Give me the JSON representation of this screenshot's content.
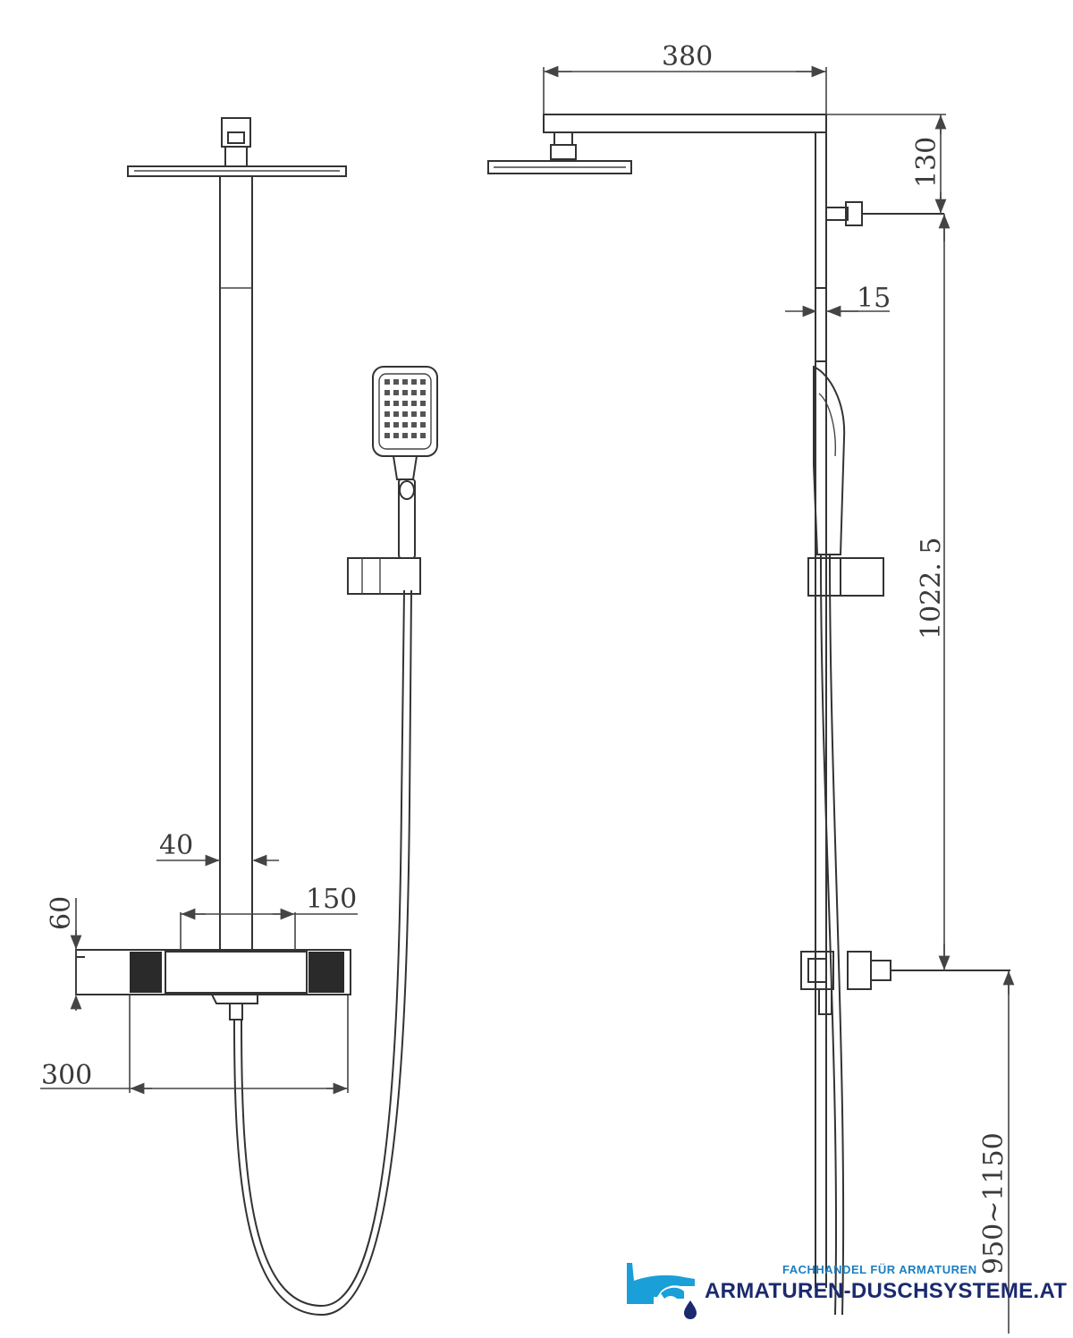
{
  "dimensions": {
    "arm_length": "380",
    "head_drop": "130",
    "rail_offset": "15",
    "pipe_width": "40",
    "mixer_center_width": "150",
    "mixer_height": "60",
    "mixer_width": "300",
    "rail_height": "1022. 5",
    "mount_height": "950~1150"
  },
  "logo": {
    "tagline": "FACHHANDEL FÜR ARMATUREN",
    "name": "ARMATUREN-DUSCHSYSTEME.AT",
    "icon": "faucet-drop-icon",
    "colors": {
      "primary": "#1a9fd8",
      "text": "#1b2a6e"
    }
  }
}
